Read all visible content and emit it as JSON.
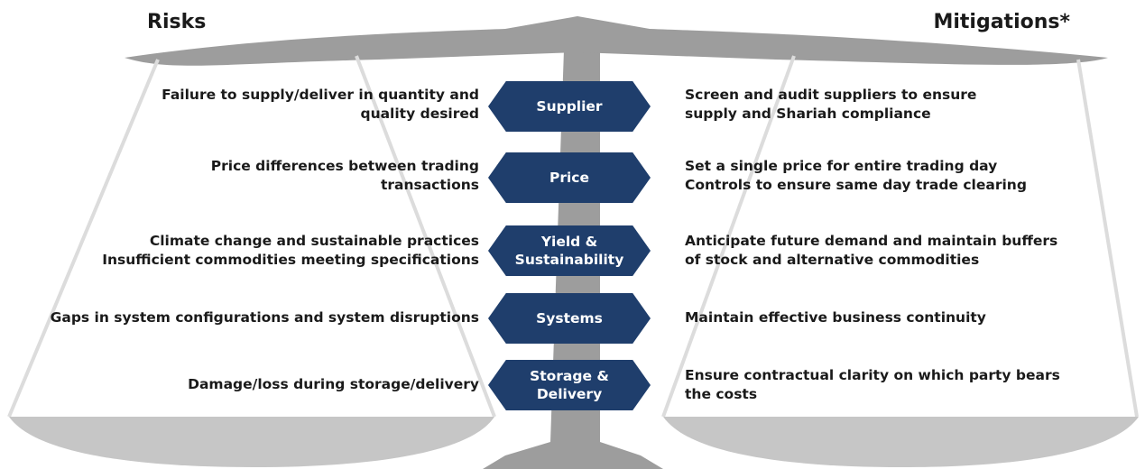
{
  "headings": {
    "risks": "Risks",
    "mitigations": "Mitigations*"
  },
  "rows": [
    {
      "category": [
        "Supplier"
      ],
      "risk": [
        "Failure to supply/deliver in quantity and",
        "quality desired"
      ],
      "mitigation": [
        "Screen and audit suppliers to ensure",
        "supply and Shariah compliance"
      ]
    },
    {
      "category": [
        "Price"
      ],
      "risk": [
        "Price differences between trading",
        "transactions"
      ],
      "mitigation": [
        "Set a single price for entire trading day",
        "Controls to ensure same day trade clearing"
      ]
    },
    {
      "category": [
        "Yield &",
        "Sustainability"
      ],
      "risk": [
        "Climate change and sustainable practices",
        "Insufficient commodities meeting specifications"
      ],
      "mitigation": [
        "Anticipate future demand and maintain buffers",
        "of stock and alternative commodities"
      ]
    },
    {
      "category": [
        "Systems"
      ],
      "risk": [
        "Gaps in system configurations and system disruptions"
      ],
      "mitigation": [
        "Maintain effective business continuity"
      ]
    },
    {
      "category": [
        "Storage &",
        "Delivery"
      ],
      "risk": [
        "Damage/loss during storage/delivery"
      ],
      "mitigation": [
        "Ensure contractual clarity on which party bears",
        "the costs"
      ]
    }
  ],
  "colors": {
    "category_fill": "#1f3e6c",
    "category_text": "#ffffff",
    "scale_grey": "#9d9d9d",
    "pan_grey": "#c6c6c6",
    "text": "#1a1a1a"
  }
}
